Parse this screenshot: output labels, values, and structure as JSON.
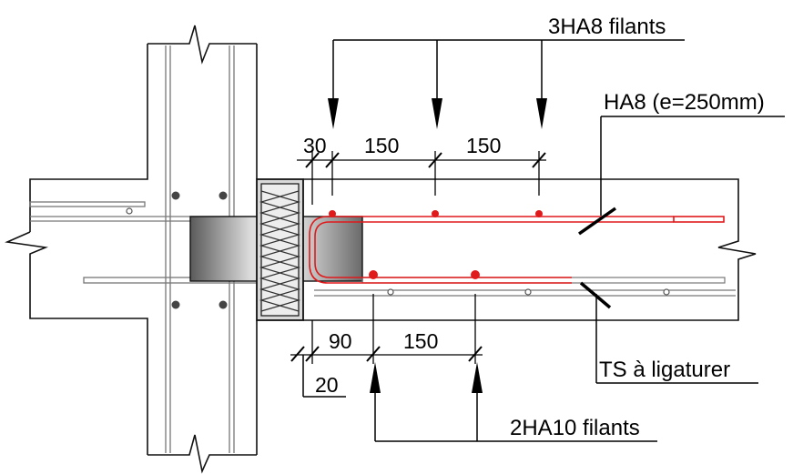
{
  "labels": {
    "top_bars": "3HA8 filants",
    "stirrup": "HA8 (e=250mm)",
    "mesh": "TS à ligaturer",
    "bottom_bars": "2HA10 filants"
  },
  "dimensions_top": [
    "30",
    "150",
    "150"
  ],
  "dimensions_bottom": [
    "90",
    "150"
  ],
  "dimension_small": "20",
  "colors": {
    "line": "#000000",
    "rebar": "#e0191b",
    "concrete_outline": "#111111",
    "mesh_grey": "#777777",
    "insulation_fill": "#d9d9d9"
  }
}
